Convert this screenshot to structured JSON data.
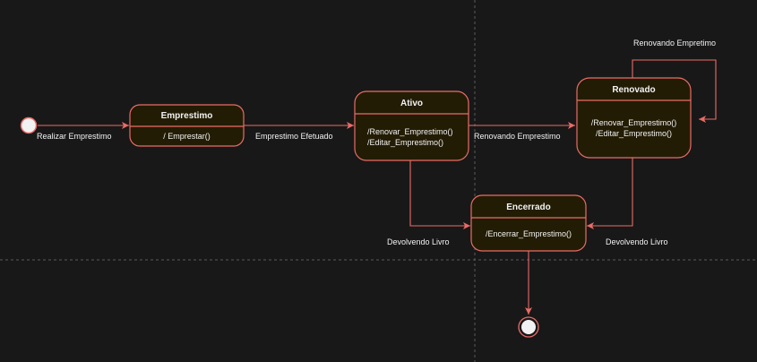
{
  "colors": {
    "background": "#181818",
    "state_fill": "#231c05",
    "stroke": "#ea6b66",
    "text": "#f2f2f2",
    "guide": "#5a5a5a"
  },
  "states": {
    "emprestimo": {
      "title": "Emprestimo",
      "actions": [
        "/ Emprestar()"
      ]
    },
    "ativo": {
      "title": "Ativo",
      "actions": [
        "/Renovar_Emprestimo()",
        "/Editar_Emprestimo()"
      ]
    },
    "renovado": {
      "title": "Renovado",
      "actions": [
        "/Renovar_Emprestimo()",
        "/Editar_Emprestimo()"
      ]
    },
    "encerrado": {
      "title": "Encerrado",
      "actions": [
        "/Encerrar_Emprestimo()"
      ]
    }
  },
  "transitions": {
    "start_to_emprestimo": "Realizar Emprestimo",
    "emprestimo_to_ativo": "Emprestimo Efetuado",
    "ativo_to_renovado": "Renovando Emprestimo",
    "renovado_self": "Renovando Empretimo",
    "ativo_to_encerrado": "Devolvendo Livro",
    "renovado_to_encerrado": "Devolvendo Livro"
  }
}
